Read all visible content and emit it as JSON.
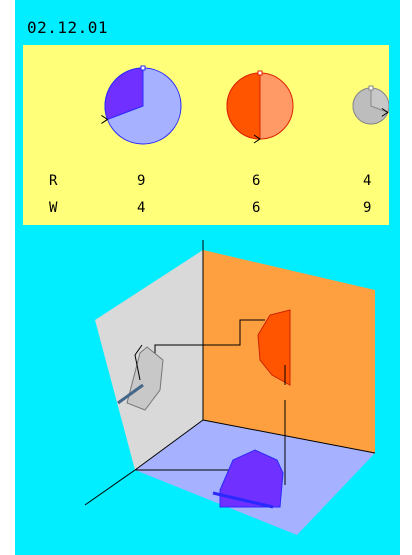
{
  "title": "02.12.01",
  "pies": [
    {
      "R": 9,
      "W": 4,
      "color_dark": "#7030ff",
      "color_light": "#a6b2ff",
      "edge": "#2a2aff",
      "icon": "pie-blue-icon"
    },
    {
      "R": 6,
      "W": 6,
      "color_dark": "#ff5500",
      "color_light": "#ff9966",
      "edge": "#dd2200",
      "icon": "pie-orange-icon"
    },
    {
      "R": 4,
      "W": 9,
      "color_dark": "#bdbdbd",
      "color_light": "#c8c8c8",
      "edge": "#888888",
      "icon": "pie-gray-icon"
    }
  ],
  "table": {
    "rows": [
      {
        "label": "R",
        "values": [
          "9",
          "6",
          "4"
        ]
      },
      {
        "label": "W",
        "values": [
          "4",
          "6",
          "9"
        ]
      }
    ]
  },
  "scene": {
    "wall_left_color": "#d9d9d9",
    "wall_right_color": "#ffa040",
    "floor_color": "#a6b2ff"
  }
}
